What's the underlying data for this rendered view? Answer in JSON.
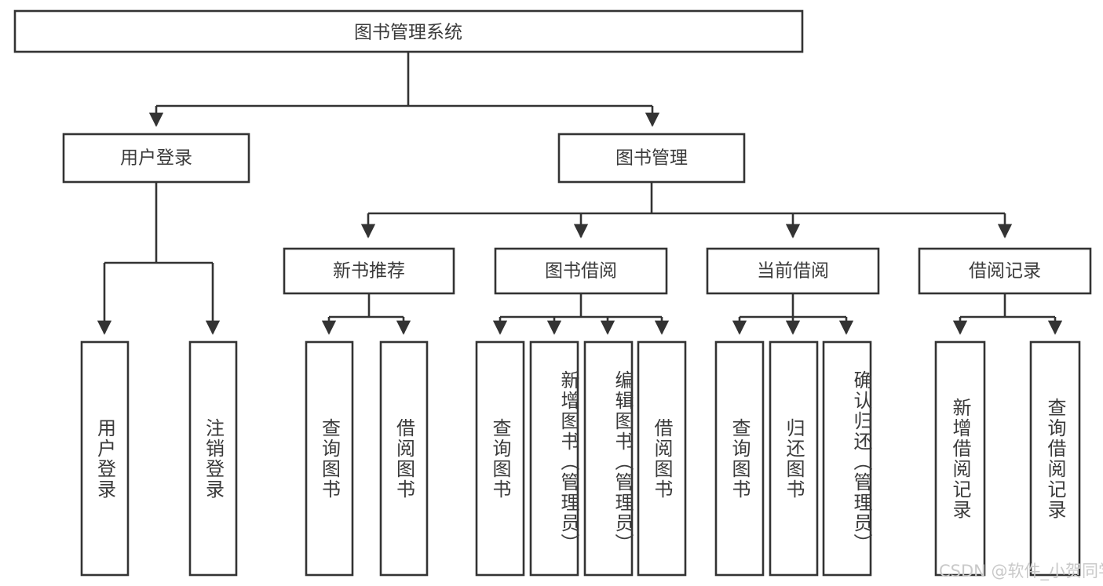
{
  "diagram": {
    "title": "图书管理系统",
    "type": "tree-hierarchy-chart",
    "orientation": "top-down",
    "colors": {
      "box_stroke": "#333333",
      "box_fill": "#ffffff",
      "text": "#3a3a3a",
      "background": "#ffffff",
      "watermark": "#c9c9c9"
    },
    "root": {
      "label": "图书管理系统"
    },
    "level2": [
      {
        "label": "用户登录"
      },
      {
        "label": "图书管理"
      }
    ],
    "level3": [
      {
        "label": "新书推荐"
      },
      {
        "label": "图书借阅"
      },
      {
        "label": "当前借阅"
      },
      {
        "label": "借阅记录"
      }
    ],
    "leaves": {
      "user_login": [
        {
          "label": "用户登录"
        },
        {
          "label": "注销登录"
        }
      ],
      "new_book_recommend": [
        {
          "label": "查询图书"
        },
        {
          "label": "借阅图书"
        }
      ],
      "book_borrow": [
        {
          "label": "查询图书"
        },
        {
          "label": "新增图书（管理员）"
        },
        {
          "label": "编辑图书（管理员）"
        },
        {
          "label": "借阅图书"
        }
      ],
      "current_borrow": [
        {
          "label": "查询图书"
        },
        {
          "label": "归还图书"
        },
        {
          "label": "确认归还（管理员）"
        }
      ],
      "borrow_record": [
        {
          "label": "新增借阅记录"
        },
        {
          "label": "查询借阅记录"
        }
      ]
    }
  },
  "watermark": {
    "text": "CSDN @软件_小贺同学"
  }
}
